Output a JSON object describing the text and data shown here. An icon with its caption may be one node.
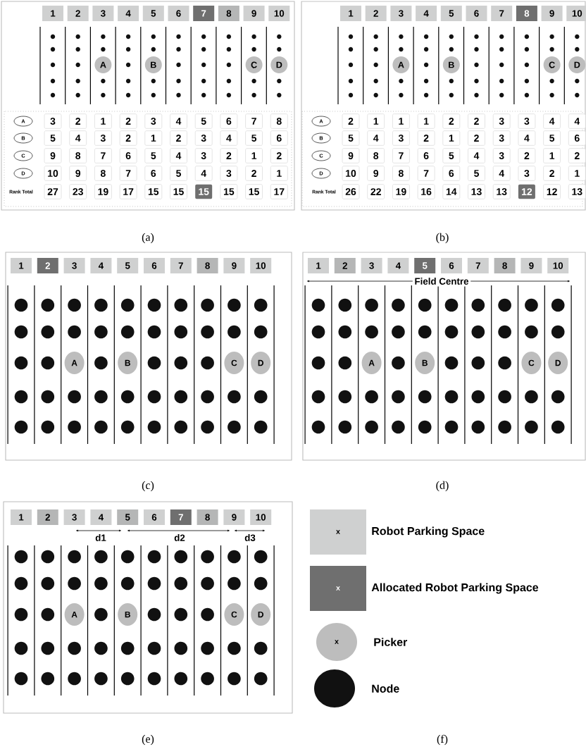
{
  "diagram": {
    "nodes": [
      {
        "text": [],
        "shape": "box"
      },
      {
        "text": [
          "1"
        ],
        "in": 0
      },
      {
        "text": [
          "2"
        ],
        "in": 0
      },
      {
        "text": [
          "3"
        ],
        "in": 0
      },
      {
        "text": [
          "4"
        ],
        "in": 0
      },
      {
        "text": [
          "5"
        ],
        "in": 0
      },
      {
        "text": [
          "6"
        ],
        "in": 0
      },
      {
        "text": [
          "7"
        ],
        "in": 0
      },
      {
        "text": [
          "8"
        ],
        "in": 0
      },
      {
        "text": [
          "9"
        ],
        "in": 0
      },
      {
        "text": [
          "10"
        ],
        "in": 0
      },
      {
        "text": [
          "A"
        ],
        "in": 0
      },
      {
        "text": [
          "B"
        ],
        "in": 0
      },
      {
        "text": [
          "C"
        ],
        "in": 0
      },
      {
        "text": [
          "D"
        ],
        "in": 0
      },
      {
        "text": [
          "A"
        ],
        "in": 0
      },
      {
        "text": [
          "3"
        ],
        "in": 0
      },
      {
        "text": [
          "2"
        ],
        "in": 0
      },
      {
        "text": [
          "1"
        ],
        "in": 0
      },
      {
        "text": [
          "2"
        ],
        "in": 0
      },
      {
        "text": [
          "3"
        ],
        "in": 0
      },
      {
        "text": [
          "4"
        ],
        "in": 0
      },
      {
        "text": [
          "5"
        ],
        "in": 0
      },
      {
        "text": [
          "6"
        ],
        "in": 0
      },
      {
        "text": [
          "7"
        ],
        "in": 0
      },
      {
        "text": [
          "8"
        ],
        "in": 0
      },
      {
        "text": [
          "B"
        ],
        "in": 0
      },
      {
        "text": [
          "5"
        ],
        "in": 0
      },
      {
        "text": [
          "4"
        ],
        "in": 0
      },
      {
        "text": [
          "3"
        ],
        "in": 0
      },
      {
        "text": [
          "2"
        ],
        "in": 0
      },
      {
        "text": [
          "1"
        ],
        "in": 0
      },
      {
        "text": [
          "2"
        ],
        "in": 0
      },
      {
        "text": [
          "3"
        ],
        "in": 0
      },
      {
        "text": [
          "4"
        ],
        "in": 0
      },
      {
        "text": [
          "5"
        ],
        "in": 0
      },
      {
        "text": [
          "6"
        ],
        "in": 0
      },
      {
        "text": [
          "C"
        ],
        "in": 0
      },
      {
        "text": [
          "9"
        ],
        "in": 0
      },
      {
        "text": [
          "8"
        ],
        "in": 0
      },
      {
        "text": [
          "7"
        ],
        "in": 0
      },
      {
        "text": [
          "6"
        ],
        "in": 0
      },
      {
        "text": [
          "5"
        ],
        "in": 0
      },
      {
        "text": [
          "4"
        ],
        "in": 0
      },
      {
        "text": [
          "3"
        ],
        "in": 0
      },
      {
        "text": [
          "2"
        ],
        "in": 0
      },
      {
        "text": [
          "1"
        ],
        "in": 0
      },
      {
        "text": [
          "2"
        ],
        "in": 0
      },
      {
        "text": [
          "D"
        ],
        "in": 0
      },
      {
        "text": [
          "10"
        ],
        "in": 0
      },
      {
        "text": [
          "9"
        ],
        "in": 0
      },
      {
        "text": [
          "8"
        ],
        "in": 0
      },
      {
        "text": [
          "7"
        ],
        "in": 0
      },
      {
        "text": [
          "6"
        ],
        "in": 0
      },
      {
        "text": [
          "5"
        ],
        "in": 0
      },
      {
        "text": [
          "4"
        ],
        "in": 0
      },
      {
        "text": [
          "3"
        ],
        "in": 0
      },
      {
        "text": [
          "2"
        ],
        "in": 0
      },
      {
        "text": [
          "1"
        ],
        "in": 0
      },
      {
        "text": [
          "27"
        ],
        "in": 0
      },
      {
        "text": [
          "23"
        ],
        "in": 0
      },
      {
        "text": [
          "19"
        ],
        "in": 0
      },
      {
        "text": [
          "17"
        ],
        "in": 0
      },
      {
        "text": [
          "15"
        ],
        "in": 0
      },
      {
        "text": [
          "15"
        ],
        "in": 0
      },
      {
        "text": [
          "15"
        ],
        "in": 0
      },
      {
        "text": [
          "15"
        ],
        "in": 0
      },
      {
        "text": [
          "15"
        ],
        "in": 0
      },
      {
        "text": [
          "17"
        ],
        "in": 0
      },
      {
        "text": [],
        "shape": "box"
      },
      {
        "text": [
          "1"
        ],
        "in": 69
      },
      {
        "text": [
          "2"
        ],
        "in": 69
      },
      {
        "text": [
          "3"
        ],
        "in": 69
      },
      {
        "text": [
          "4"
        ],
        "in": 69
      },
      {
        "text": [
          "5"
        ],
        "in": 69
      },
      {
        "text": [
          "6"
        ],
        "in": 69
      },
      {
        "text": [
          "7"
        ],
        "in": 69
      },
      {
        "text": [
          "8"
        ],
        "in": 69
      },
      {
        "text": [
          "9"
        ],
        "in": 69
      },
      {
        "text": [
          "10"
        ],
        "in": 69
      },
      {
        "text": [
          "A"
        ],
        "in": 69
      },
      {
        "text": [
          "B"
        ],
        "in": 69
      },
      {
        "text": [
          "C"
        ],
        "in": 69
      },
      {
        "text": [
          "D"
        ],
        "in": 69
      },
      {
        "text": [
          "A"
        ],
        "in": 69
      },
      {
        "text": [
          "2"
        ],
        "in": 69
      },
      {
        "text": [
          "1"
        ],
        "in": 69
      },
      {
        "text": [
          "1"
        ],
        "in": 69
      },
      {
        "text": [
          "1"
        ],
        "in": 69
      },
      {
        "text": [
          "2"
        ],
        "in": 69
      },
      {
        "text": [
          "2"
        ],
        "in": 69
      },
      {
        "text": [
          "3"
        ],
        "in": 69
      },
      {
        "text": [
          "3"
        ],
        "in": 69
      },
      {
        "text": [
          "4"
        ],
        "in": 69
      },
      {
        "text": [
          "4"
        ],
        "in": 69
      },
      {
        "text": [
          "B"
        ],
        "in": 69
      },
      {
        "text": [
          "5"
        ],
        "in": 69
      },
      {
        "text": [
          "4"
        ],
        "in": 69
      },
      {
        "text": [
          "3"
        ],
        "in": 69
      },
      {
        "text": [
          "2"
        ],
        "in": 69
      },
      {
        "text": [
          "1"
        ],
        "in": 69
      },
      {
        "text": [
          "2"
        ],
        "in": 69
      },
      {
        "text": [
          "3"
        ],
        "in": 69
      },
      {
        "text": [
          "4"
        ],
        "in": 69
      },
      {
        "text": [
          "5"
        ],
        "in": 69
      },
      {
        "text": [
          "6"
        ],
        "in": 69
      },
      {
        "text": [
          "C"
        ],
        "in": 69
      },
      {
        "text": [
          "9"
        ],
        "in": 69
      },
      {
        "text": [
          "8"
        ],
        "in": 69
      },
      {
        "text": [
          "7"
        ],
        "in": 69
      },
      {
        "text": [
          "6"
        ],
        "in": 69
      },
      {
        "text": [
          "5"
        ],
        "in": 69
      },
      {
        "text": [
          "4"
        ],
        "in": 69
      },
      {
        "text": [
          "3"
        ],
        "in": 69
      },
      {
        "text": [
          "2"
        ],
        "in": 69
      },
      {
        "text": [
          "1"
        ],
        "in": 69
      },
      {
        "text": [
          "2"
        ],
        "in": 69
      },
      {
        "text": [
          "D"
        ],
        "in": 69
      },
      {
        "text": [
          "10"
        ],
        "in": 69
      },
      {
        "text": [
          "9"
        ],
        "in": 69
      },
      {
        "text": [
          "8"
        ],
        "in": 69
      },
      {
        "text": [
          "7"
        ],
        "in": 69
      },
      {
        "text": [
          "6"
        ],
        "in": 69
      },
      {
        "text": [
          "5"
        ],
        "in": 69
      },
      {
        "text": [
          "4"
        ],
        "in": 69
      },
      {
        "text": [
          "3"
        ],
        "in": 69
      },
      {
        "text": [
          "2"
        ],
        "in": 69
      },
      {
        "text": [
          "1"
        ],
        "in": 69
      },
      {
        "text": [
          "26"
        ],
        "in": 69
      },
      {
        "text": [
          "22"
        ],
        "in": 69
      },
      {
        "text": [
          "19"
        ],
        "in": 69
      },
      {
        "text": [
          "16"
        ],
        "in": 69
      },
      {
        "text": [
          "14"
        ],
        "in": 69
      },
      {
        "text": [
          "13"
        ],
        "in": 69
      },
      {
        "text": [
          "13"
        ],
        "in": 69
      },
      {
        "text": [
          "12"
        ],
        "in": 69
      },
      {
        "text": [
          "12"
        ],
        "in": 69
      },
      {
        "text": [
          "13"
        ],
        "in": 69
      },
      {
        "text": [],
        "shape": "box"
      },
      {
        "text": [
          "1"
        ],
        "in": 138
      },
      {
        "text": [
          "2"
        ],
        "in": 138
      },
      {
        "text": [
          "3"
        ],
        "in": 138
      },
      {
        "text": [
          "4"
        ],
        "in": 138
      },
      {
        "text": [
          "5"
        ],
        "in": 138
      },
      {
        "text": [
          "6"
        ],
        "in": 138
      },
      {
        "text": [
          "7"
        ],
        "in": 138
      },
      {
        "text": [
          "8"
        ],
        "in": 138
      },
      {
        "text": [
          "9"
        ],
        "in": 138
      },
      {
        "text": [
          "10"
        ],
        "in": 138
      },
      {
        "text": [
          "A"
        ],
        "in": 138
      },
      {
        "text": [
          "B"
        ],
        "in": 138
      },
      {
        "text": [
          "C"
        ],
        "in": 138
      },
      {
        "text": [
          "D"
        ],
        "in": 138
      },
      {
        "text": [],
        "shape": "box"
      },
      {
        "text": [
          "1"
        ],
        "in": 153
      },
      {
        "text": [
          "2"
        ],
        "in": 153
      },
      {
        "text": [
          "3"
        ],
        "in": 153
      },
      {
        "text": [
          "4"
        ],
        "in": 153
      },
      {
        "text": [
          "5"
        ],
        "in": 153
      },
      {
        "text": [
          "6"
        ],
        "in": 153
      },
      {
        "text": [
          "7"
        ],
        "in": 153
      },
      {
        "text": [
          "8"
        ],
        "in": 153
      },
      {
        "text": [
          "9"
        ],
        "in": 153
      },
      {
        "text": [
          "10"
        ],
        "in": 153
      },
      {
        "text": [
          "A"
        ],
        "in": 153
      },
      {
        "text": [
          "B"
        ],
        "in": 153
      },
      {
        "text": [
          "C"
        ],
        "in": 153
      },
      {
        "text": [
          "D"
        ],
        "in": 153
      },
      {
        "text": [],
        "shape": "box"
      },
      {
        "text": [
          "1"
        ],
        "in": 168
      },
      {
        "text": [
          "2"
        ],
        "in": 168
      },
      {
        "text": [
          "3"
        ],
        "in": 168
      },
      {
        "text": [
          "4"
        ],
        "in": 168
      },
      {
        "text": [
          "5"
        ],
        "in": 168
      },
      {
        "text": [
          "6"
        ],
        "in": 168
      },
      {
        "text": [
          "7"
        ],
        "in": 168
      },
      {
        "text": [
          "8"
        ],
        "in": 168
      },
      {
        "text": [
          "9"
        ],
        "in": 168
      },
      {
        "text": [
          "10"
        ],
        "in": 168
      },
      {
        "text": [
          "A"
        ],
        "in": 168
      },
      {
        "text": [
          "B"
        ],
        "in": 168
      },
      {
        "text": [
          "C"
        ],
        "in": 168
      },
      {
        "text": [
          "D"
        ],
        "in": 168
      },
      {
        "text": [
          "x"
        ],
        "beside": [
          "Robot Parking Space"
        ]
      },
      {
        "text": [
          "x"
        ],
        "beside": [
          "Allocated Robot Parking Space"
        ]
      },
      {
        "text": [
          "x"
        ],
        "beside": [
          "Picker"
        ]
      },
      {
        "text": [],
        "shape": "circle",
        "beside": [
          "Node"
        ]
      }
    ],
    "labels": [
      "Rank Total",
      "Rank Total",
      "(a)",
      "(b)",
      "Field Centre",
      "(c)",
      "(d)",
      "d1",
      "d2",
      "d3",
      "(e)",
      "(f)"
    ]
  }
}
